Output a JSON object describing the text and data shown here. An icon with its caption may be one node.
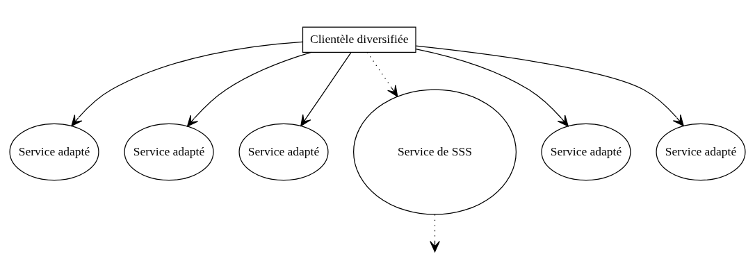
{
  "diagram": {
    "nodes": [
      {
        "text": [
          "Clientèle diversifiée"
        ]
      },
      {
        "text": [
          "Service adapté"
        ]
      },
      {
        "text": [
          "Service adapté"
        ]
      },
      {
        "text": [
          "Service adapté"
        ]
      },
      {
        "text": [
          "Service de SSS"
        ]
      },
      {
        "text": [
          "Service adapté"
        ]
      },
      {
        "text": [
          "Service adapté"
        ]
      }
    ],
    "edges": [
      {
        "from": 0,
        "to": 1,
        "arrow": "to"
      },
      {
        "from": 0,
        "to": 2,
        "arrow": "to"
      },
      {
        "from": 0,
        "to": 3,
        "arrow": "to"
      },
      {
        "from": 0,
        "to": 6,
        "arrow": "to"
      },
      {
        "from": 0,
        "to": 5,
        "arrow": "to"
      },
      {
        "from": 0,
        "to": 4,
        "arrow": "to",
        "style": "dashed"
      },
      {
        "from": 4,
        "to": null,
        "arrow": "to",
        "style": "dashed"
      }
    ]
  }
}
